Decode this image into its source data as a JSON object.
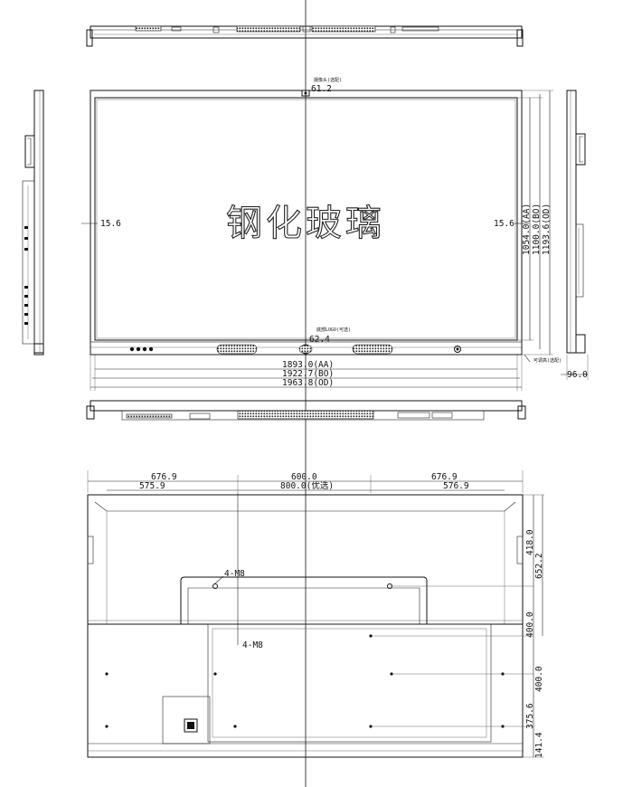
{
  "front_view": {
    "glass_label": "钢化玻璃",
    "camera_note": "摄像头(选配)",
    "camera_offset": "61.2",
    "logo_note": "底部LOGO(可选)",
    "logo_offset": "62.4",
    "side_margin_left": "15.6",
    "side_margin_right": "15.6",
    "height_aa": "1054.0(AA)",
    "height_bo": "1100.0(BO)",
    "height_od": "1193.6(OD)",
    "width_aa": "1893.0(AA)",
    "width_bo": "1922.7(BO)",
    "width_od": "1963.8(OD)",
    "depth_note": "可调高(选配)",
    "depth": "96.0"
  },
  "rear_view": {
    "top_left_width": "676.9",
    "top_center_width": "600.0",
    "top_right_width": "676.9",
    "inner_left_width": "575.9",
    "vesa_width": "800.0(优选)",
    "inner_right_width": "576.9",
    "mount_label_upper": "4-M8",
    "mount_label_lower": "4-M8",
    "right_upper_height": "418.0",
    "right_total_upper": "652.2",
    "right_mid_1": "400.0",
    "right_mid_2": "400.0",
    "right_bottom_1": "375.6",
    "right_bottom_2": "141.4"
  }
}
